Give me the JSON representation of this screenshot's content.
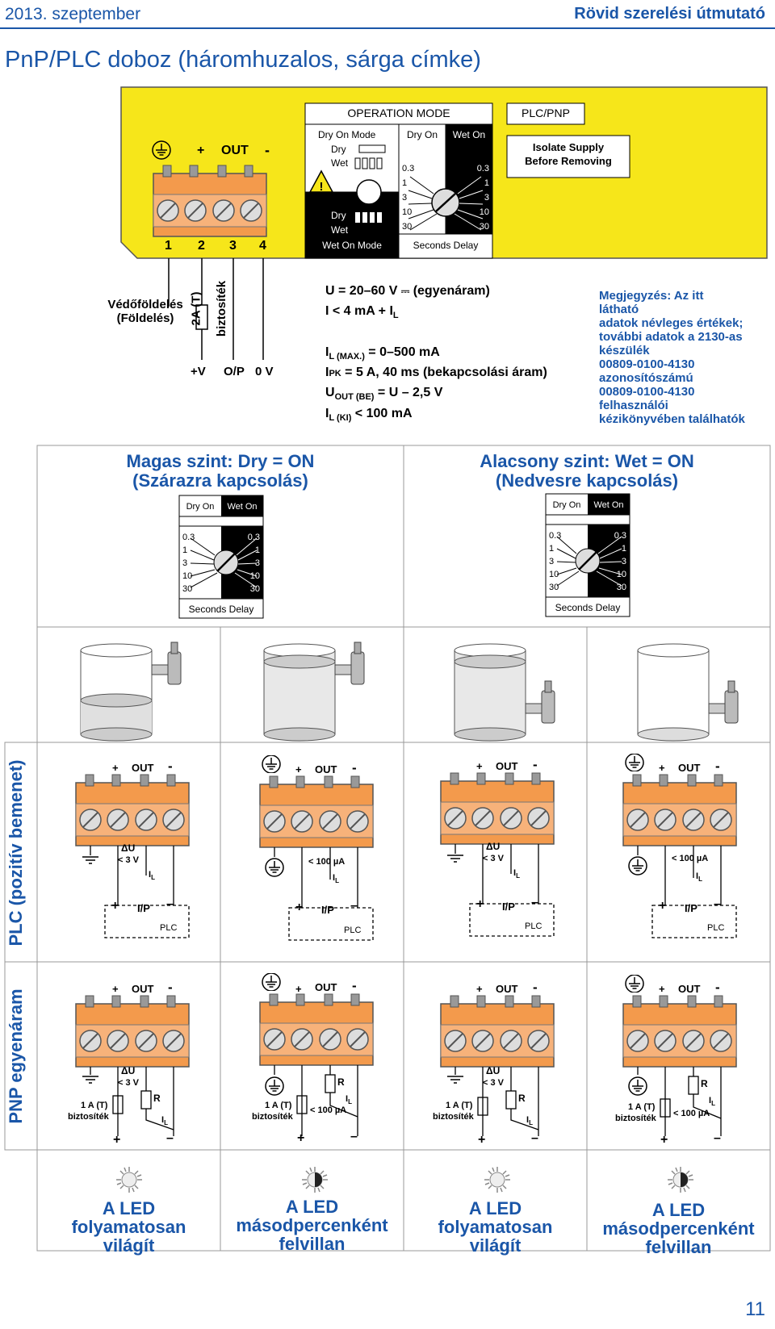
{
  "header": {
    "date": "2013. szeptember",
    "doc_title": "Rövid szerelési útmutató"
  },
  "page_title": "PnP/PLC doboz (háromhuzalos, sárga címke)",
  "label_box": {
    "operation_mode": "OPERATION MODE",
    "plc_pnp": "PLC/PNP",
    "isolate_1": "Isolate Supply",
    "isolate_2": "Before Removing",
    "dry_on_mode": "Dry On Mode",
    "wet_on_mode": "Wet On Mode",
    "dry": "Dry",
    "wet": "Wet",
    "dry_on": "Dry On",
    "wet_on": "Wet On",
    "seconds_delay": "Seconds Delay",
    "delays": [
      "0.3",
      "1",
      "3",
      "10",
      "30"
    ],
    "terminal_plus": "+",
    "terminal_out": "OUT",
    "terminal_minus": "-",
    "terminal_numbers": [
      "1",
      "2",
      "3",
      "4"
    ]
  },
  "wiring": {
    "vedofoldeles_1": "Védőföldelés",
    "vedofoldeles_2": "(Földelés)",
    "fuse_1": "2A (T)",
    "fuse_2": "biztosíték",
    "plus_v": "+V",
    "op": "O/P",
    "zero_v": "0 V"
  },
  "specs": {
    "l1_a": "U = 20–60 V",
    "l1_b": "(egyenáram)",
    "l2": "I < 4 mA + I",
    "l2_sub": "L",
    "l3_a": "I",
    "l3_sub": "L (MAX.)",
    "l3_b": " = 0–500 mA",
    "l4_a": "I",
    "l4_sub": "PK",
    "l4_b": " = 5 A, 40 ms (bekapcsolási áram)",
    "l5_a": "U",
    "l5_sub": "OUT (BE)",
    "l5_b": " = U – 2,5 V",
    "l6_a": "I",
    "l6_sub": "L (KI)",
    "l6_b": " < 100 mA"
  },
  "note": [
    "Megjegyzés: Az itt",
    "látható",
    "adatok névleges értékek;",
    "további adatok a 2130-as",
    "készülék",
    "00809-0100-4130",
    "azonosítószámú",
    "00809-0100-4130",
    "felhasználói",
    "kézikönyvében találhatók"
  ],
  "sections": {
    "high_1": "Magas szint: Dry = ON",
    "high_2": "(Szárazra kapcsolás)",
    "low_1": "Alacsony szint: Wet = ON",
    "low_2": "(Nedvesre kapcsolás)"
  },
  "side_labels": {
    "plc": "PLC (pozitív bemenet)",
    "pnp": "PNP egyenáram"
  },
  "diagram_text": {
    "delta_u": "ΔU",
    "lt3v": "< 3 V",
    "lt100ua": "< 100 µA",
    "il": "I",
    "il_sub": "L",
    "ip": "I/P",
    "plc": "PLC",
    "r": "R",
    "fuse_1a": "1 A (T)",
    "biztositek": "biztosíték",
    "plus": "+",
    "minus": "–"
  },
  "leds": [
    {
      "l1": "A LED",
      "l2": "folyamatosan",
      "l3": "világít"
    },
    {
      "l1": "A LED",
      "l2": "másodpercenként",
      "l3": "felvillan"
    },
    {
      "l1": "A LED",
      "l2": "folyamatosan",
      "l3": "világít"
    },
    {
      "l1": "A LED",
      "l2": "másodpercenként",
      "l3": "felvillan"
    }
  ],
  "page_number": "11",
  "colors": {
    "accent": "#1a56a8",
    "label_yellow": "#f6e61a",
    "terminal_orange": "#f39a4c"
  }
}
